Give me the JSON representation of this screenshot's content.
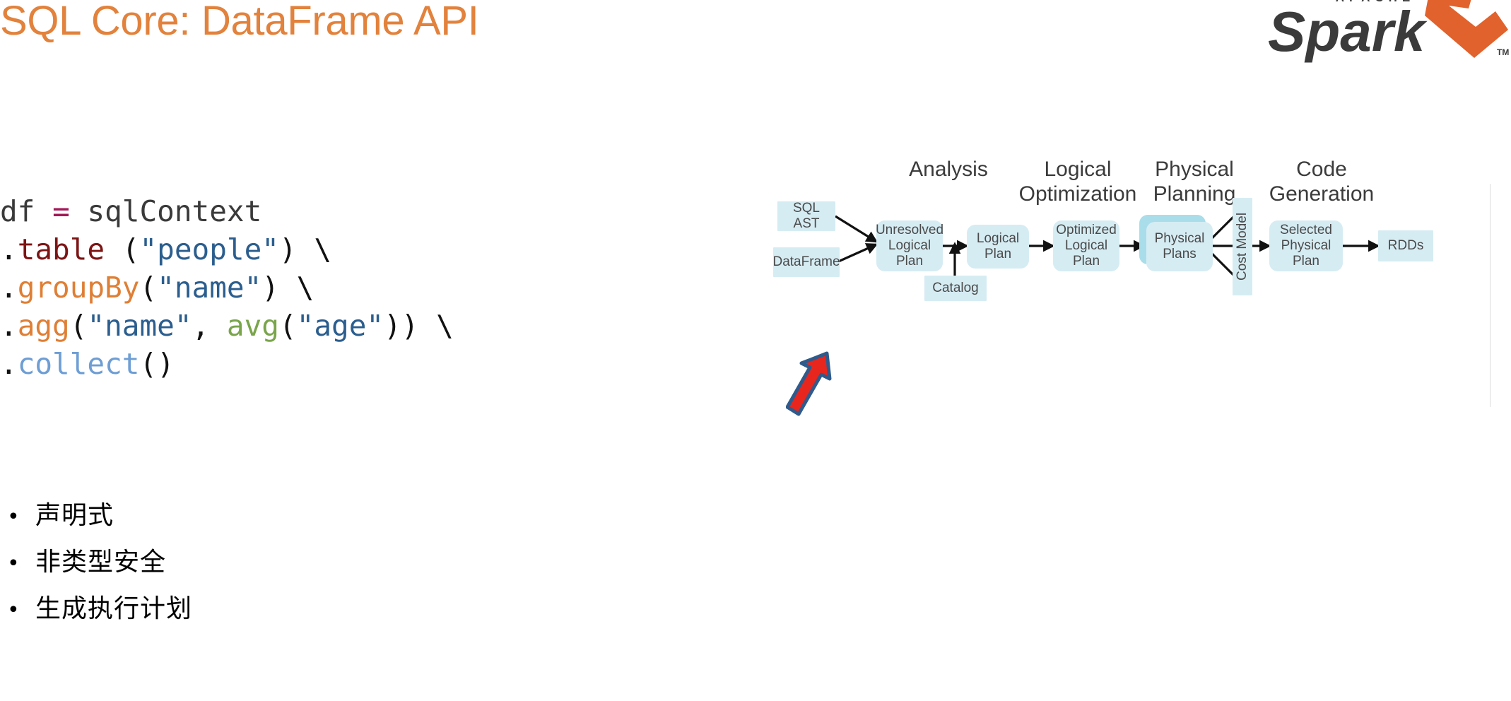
{
  "slide": {
    "title": "SQL Core: DataFrame API",
    "title_color": "#E2823C"
  },
  "logo": {
    "name": "apache-spark-logo",
    "apache_text": "APACHE",
    "wordmark": "Spark",
    "trademark": "TM",
    "dark_color": "#3B3B3C",
    "orange_color": "#E1622C"
  },
  "code": {
    "language": "python",
    "lines": [
      {
        "tokens": [
          {
            "text": "df ",
            "cls": "tok-plain"
          },
          {
            "text": "=",
            "cls": "tok-eq"
          },
          {
            "text": " sqlContext",
            "cls": "tok-plain"
          }
        ]
      },
      {
        "tokens": [
          {
            "text": ".",
            "cls": "tok-punct"
          },
          {
            "text": "table",
            "cls": "tok-table"
          },
          {
            "text": " (",
            "cls": "tok-punct"
          },
          {
            "text": "\"people\"",
            "cls": "tok-str"
          },
          {
            "text": ") \\",
            "cls": "tok-punct"
          }
        ]
      },
      {
        "tokens": [
          {
            "text": ".",
            "cls": "tok-punct"
          },
          {
            "text": "groupBy",
            "cls": "tok-method"
          },
          {
            "text": "(",
            "cls": "tok-punct"
          },
          {
            "text": "\"name\"",
            "cls": "tok-str"
          },
          {
            "text": ") \\",
            "cls": "tok-punct"
          }
        ]
      },
      {
        "tokens": [
          {
            "text": ".",
            "cls": "tok-punct"
          },
          {
            "text": "agg",
            "cls": "tok-method"
          },
          {
            "text": "(",
            "cls": "tok-punct"
          },
          {
            "text": "\"name\"",
            "cls": "tok-str"
          },
          {
            "text": ", ",
            "cls": "tok-punct"
          },
          {
            "text": "avg",
            "cls": "tok-avg"
          },
          {
            "text": "(",
            "cls": "tok-punct"
          },
          {
            "text": "\"age\"",
            "cls": "tok-str"
          },
          {
            "text": ")) \\",
            "cls": "tok-punct"
          }
        ]
      },
      {
        "tokens": [
          {
            "text": ".",
            "cls": "tok-punct"
          },
          {
            "text": "collect",
            "cls": "tok-collect"
          },
          {
            "text": "()",
            "cls": "tok-punct"
          }
        ]
      }
    ],
    "plain_text": "df = sqlContext\n.table (\"people\") \\\n.groupBy(\"name\") \\\n.agg(\"name\", avg(\"age\")) \\\n.collect()"
  },
  "bullets": {
    "marker": "•",
    "items": [
      {
        "text": "声明式"
      },
      {
        "text": "非类型安全"
      },
      {
        "text": "生成执行计划"
      }
    ]
  },
  "diagram": {
    "name": "catalyst-optimizer-pipeline",
    "box_fill": "#D6ECF3",
    "stack_fill": "#A9DDEA",
    "phases": [
      {
        "id": "analysis",
        "label": "Analysis"
      },
      {
        "id": "logical-optimization",
        "label": "Logical\nOptimization"
      },
      {
        "id": "physical-planning",
        "label": "Physical\nPlanning"
      },
      {
        "id": "code-generation",
        "label": "Code\nGeneration"
      }
    ],
    "nodes": [
      {
        "id": "sql-ast",
        "label": "SQL AST"
      },
      {
        "id": "dataframe",
        "label": "DataFrame"
      },
      {
        "id": "unresolved-logical-plan",
        "label": "Unresolved\nLogical\nPlan"
      },
      {
        "id": "catalog",
        "label": "Catalog"
      },
      {
        "id": "logical-plan",
        "label": "Logical\nPlan"
      },
      {
        "id": "optimized-logical-plan",
        "label": "Optimized\nLogical\nPlan"
      },
      {
        "id": "physical-plans",
        "label": "Physical\nPlans"
      },
      {
        "id": "cost-model",
        "label": "Cost Model"
      },
      {
        "id": "selected-physical-plan",
        "label": "Selected\nPhysical\nPlan"
      },
      {
        "id": "rdds",
        "label": "RDDs"
      }
    ]
  },
  "annotation": {
    "name": "red-arrow-pointer",
    "points_to": "dataframe",
    "fill_color": "#E8261D",
    "stroke_color": "#2F5B8C"
  }
}
